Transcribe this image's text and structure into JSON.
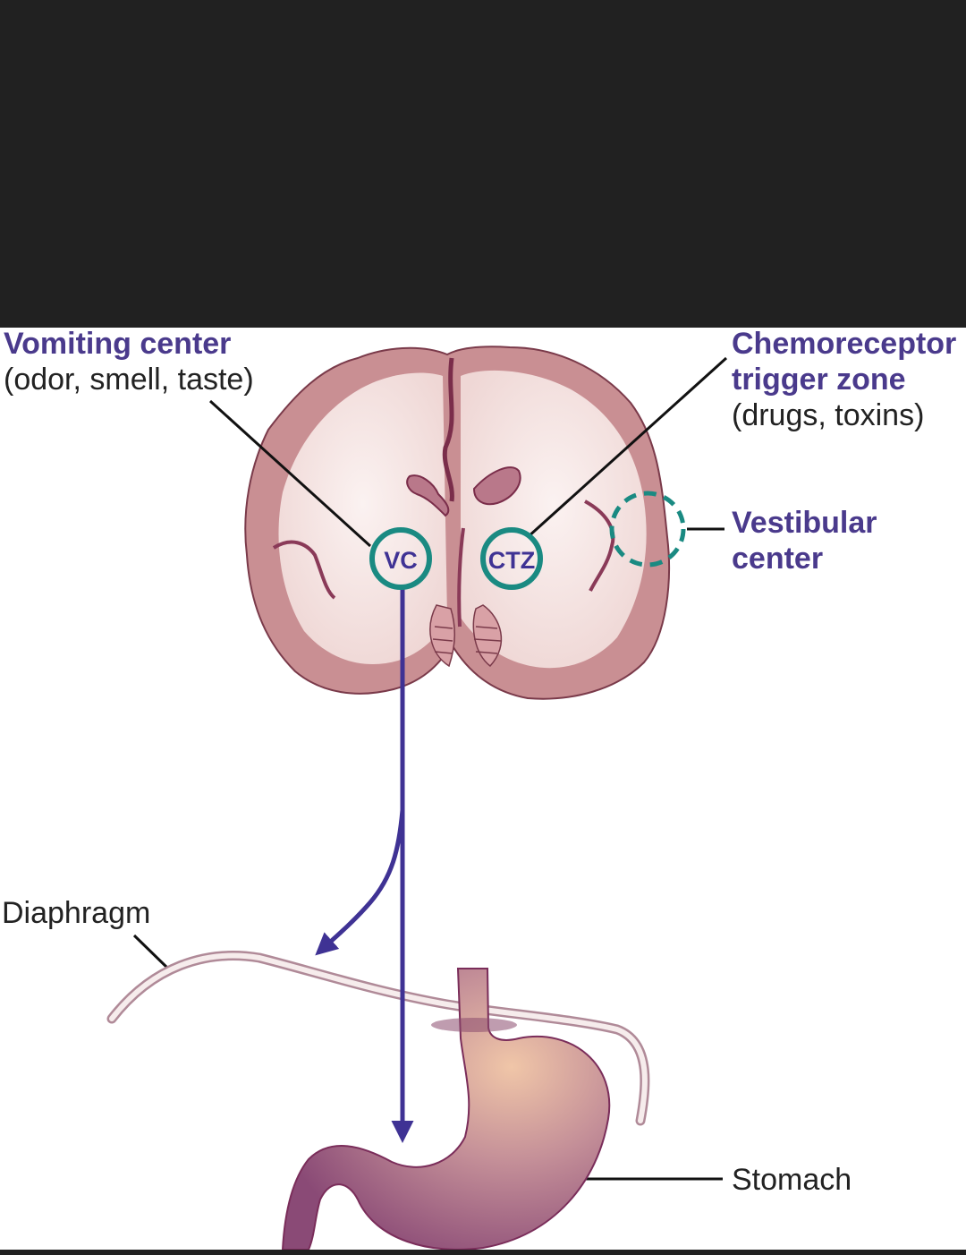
{
  "labels": {
    "vomiting_center": {
      "title": "Vomiting center",
      "sub": "(odor, smell, taste)"
    },
    "ctz": {
      "title_line1": "Chemoreceptor",
      "title_line2": "trigger zone",
      "sub": "(drugs, toxins)"
    },
    "vestibular": {
      "line1": "Vestibular",
      "line2": "center"
    },
    "diaphragm": "Diaphragm",
    "stomach": "Stomach"
  },
  "markers": {
    "vc": "VC",
    "ctz": "CTZ"
  },
  "colors": {
    "accent_text": "#4a3a8c",
    "marker_ring": "#1a8a82",
    "arrow": "#3f3294",
    "brain_cortex": "#c48a8e",
    "brain_white": "#f4e4e2",
    "stomach": "#b07890",
    "topbar": "#212121"
  }
}
